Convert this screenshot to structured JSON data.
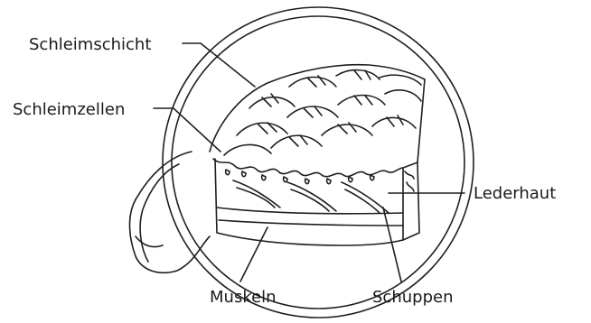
{
  "labels": {
    "mucus_layer": "Schleimschicht",
    "mucus_cells": "Schleimzellen",
    "dermis": "Lederhaut",
    "muscles": "Muskeln",
    "scales": "Schuppen"
  }
}
